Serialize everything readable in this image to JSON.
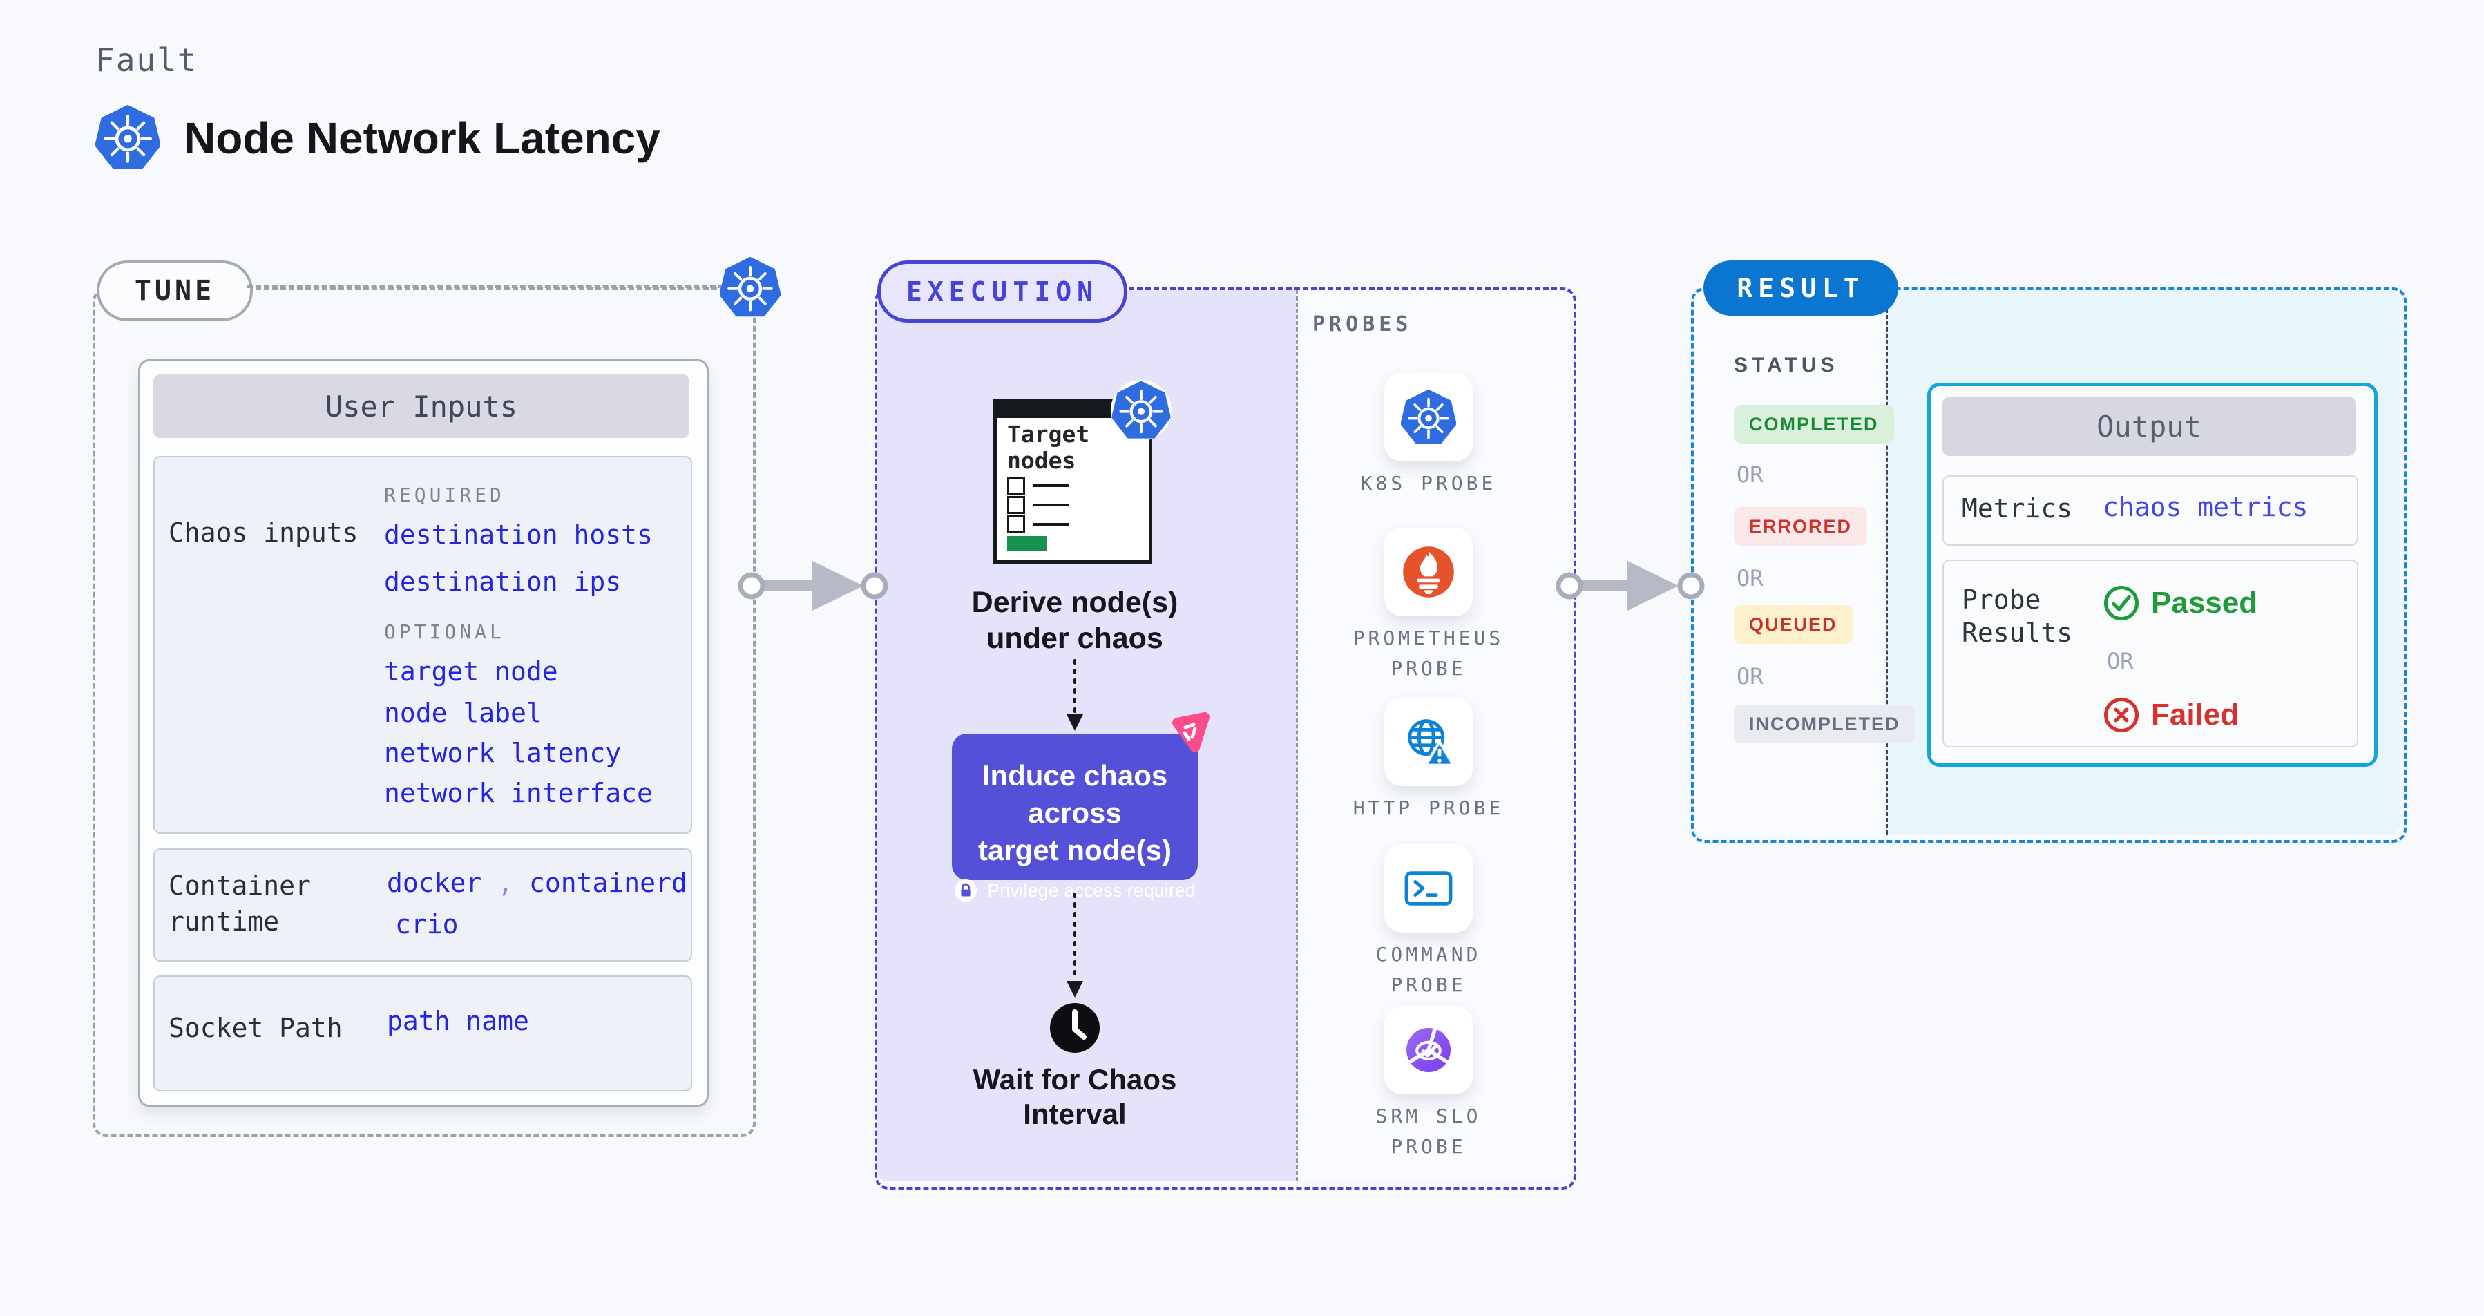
{
  "header": {
    "fault_label": "Fault",
    "title": "Node Network Latency"
  },
  "tune": {
    "badge": "TUNE",
    "user_inputs_title": "User Inputs",
    "chaos_inputs": {
      "label": "Chaos inputs",
      "required_label": "REQUIRED",
      "required": [
        "destination hosts",
        "destination ips"
      ],
      "optional_label": "OPTIONAL",
      "optional": [
        "target node",
        "node label",
        "network latency",
        "network interface"
      ]
    },
    "container_runtime": {
      "label": "Container\nruntime",
      "values": [
        "docker",
        "containerd",
        "crio"
      ],
      "separator": ","
    },
    "socket_path": {
      "label": "Socket Path",
      "value": "path name"
    }
  },
  "execution": {
    "badge": "EXECUTION",
    "target_nodes_label": "Target\nnodes",
    "derive_label": "Derive node(s)\nunder chaos",
    "induce_label": "Induce chaos across\ntarget node(s)",
    "privilege_label": "Privilege access required",
    "wait_label": "Wait for Chaos\nInterval"
  },
  "probes": {
    "label": "PROBES",
    "items": [
      {
        "label": "K8S PROBE",
        "icon": "kubernetes-icon"
      },
      {
        "label": "PROMETHEUS\nPROBE",
        "icon": "prometheus-icon"
      },
      {
        "label": "HTTP PROBE",
        "icon": "http-globe-icon"
      },
      {
        "label": "COMMAND\nPROBE",
        "icon": "terminal-icon"
      },
      {
        "label": "SRM SLO\nPROBE",
        "icon": "slo-pie-icon"
      }
    ]
  },
  "result": {
    "badge": "RESULT",
    "status_label": "STATUS",
    "or_label": "OR",
    "statuses": [
      {
        "label": "COMPLETED",
        "color": "#1b8a33",
        "bg": "#d9f1dc"
      },
      {
        "label": "ERRORED",
        "color": "#d2302c",
        "bg": "#fbe9e9"
      },
      {
        "label": "QUEUED",
        "color": "#c5332b",
        "bg": "#fdf1cb"
      },
      {
        "label": "INCOMPLETED",
        "color": "#686f80",
        "bg": "#e9ebf1"
      }
    ],
    "output": {
      "title": "Output",
      "metrics_label": "Metrics",
      "metrics_value": "chaos metrics",
      "probe_results_label": "Probe\nResults",
      "passed_label": "Passed",
      "failed_label": "Failed"
    }
  },
  "colors": {
    "page_bg": "#f8f9fd",
    "tune_dash": "#9aa0ad",
    "execution_accent": "#4744d4",
    "result_dash": "#1786d9",
    "result_pill": "#0b76cf",
    "kubernetes_blue": "#2f6ce0",
    "lavender_bg": "#e4e3fa",
    "induce_purple": "#5450d8",
    "litmus_pink": "#fb4d8a",
    "link_blue": "#2525df",
    "passed_green": "#1f9b3c",
    "failed_red": "#d8312d",
    "output_border_cyan": "#14a5df",
    "prometheus_orange": "#e6522c",
    "probe_icon_blue": "#0d83d8"
  }
}
